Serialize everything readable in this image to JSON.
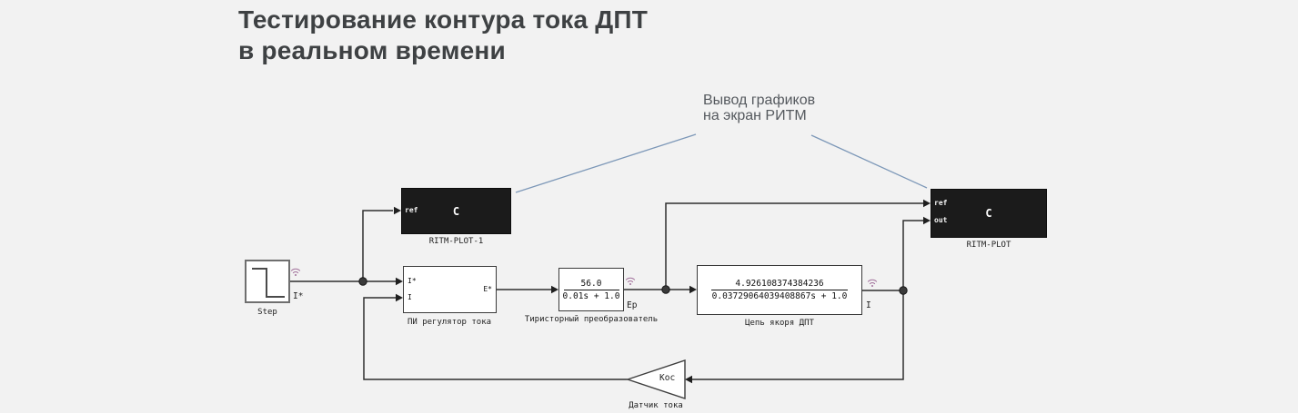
{
  "title": {
    "line1": "Тестирование контура тока ДПТ",
    "line2": "в реальном времени"
  },
  "annotation": {
    "line1": "Вывод графиков",
    "line2": "на экран РИТМ"
  },
  "blocks": {
    "step": {
      "label": "Step",
      "signal_out": "I*"
    },
    "pi_regulator": {
      "label": "ПИ регулятор тока",
      "in1": "I*",
      "in2": "I",
      "out": "E*"
    },
    "thyristor": {
      "label": "Тиристорный преобразователь",
      "tf_num": "56.0",
      "tf_den": "0.01s + 1.0",
      "signal_out": "Ep"
    },
    "armature": {
      "label": "Цепь якоря ДПТ",
      "tf_num": "4.926108374384236",
      "tf_den": "0.03729064039408867s + 1.0",
      "signal_out": "I"
    },
    "current_sensor": {
      "label": "Датчик тока",
      "gain": "Кос"
    },
    "ritm_plot_1": {
      "label": "RITM-PLOT-1",
      "in_ref": "ref",
      "screen_char": "C"
    },
    "ritm_plot": {
      "label": "RITM-PLOT",
      "in_ref": "ref",
      "in_out": "out",
      "screen_char": "C"
    }
  },
  "colors": {
    "background": "#f2f2f2",
    "block_fill": "#ffffff",
    "scope_fill": "#1b1b1b",
    "wire": "#2e2e2e",
    "annotation_line": "#7d98b8",
    "title_text": "#3e4143",
    "annotation_text": "#55595e",
    "wifi_icon": "#a1719b"
  }
}
